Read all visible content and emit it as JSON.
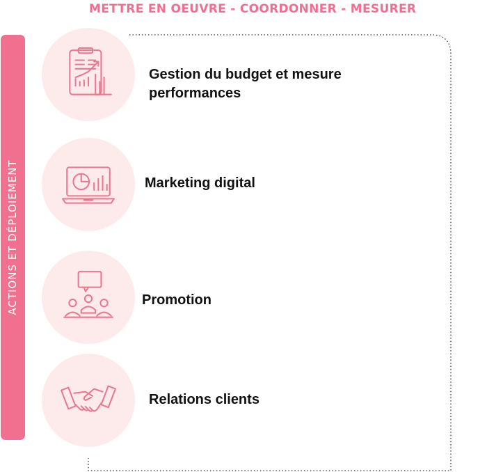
{
  "header": {
    "title": "METTRE EN OEUVRE - COORDONNER - MESURER"
  },
  "sidebar": {
    "label": "ACTIONS ET DÉPLOIEMENT"
  },
  "items": [
    {
      "label": "Gestion du budget et mesure performances",
      "icon": "budget-report-icon"
    },
    {
      "label": "Marketing digital",
      "icon": "laptop-analytics-icon"
    },
    {
      "label": "Promotion",
      "icon": "meeting-presentation-icon"
    },
    {
      "label": "Relations clients",
      "icon": "handshake-icon"
    }
  ],
  "colors": {
    "accent": "#f26d8f",
    "circle": "#fdebeb",
    "icon": "#e8788f",
    "text": "#111111"
  }
}
